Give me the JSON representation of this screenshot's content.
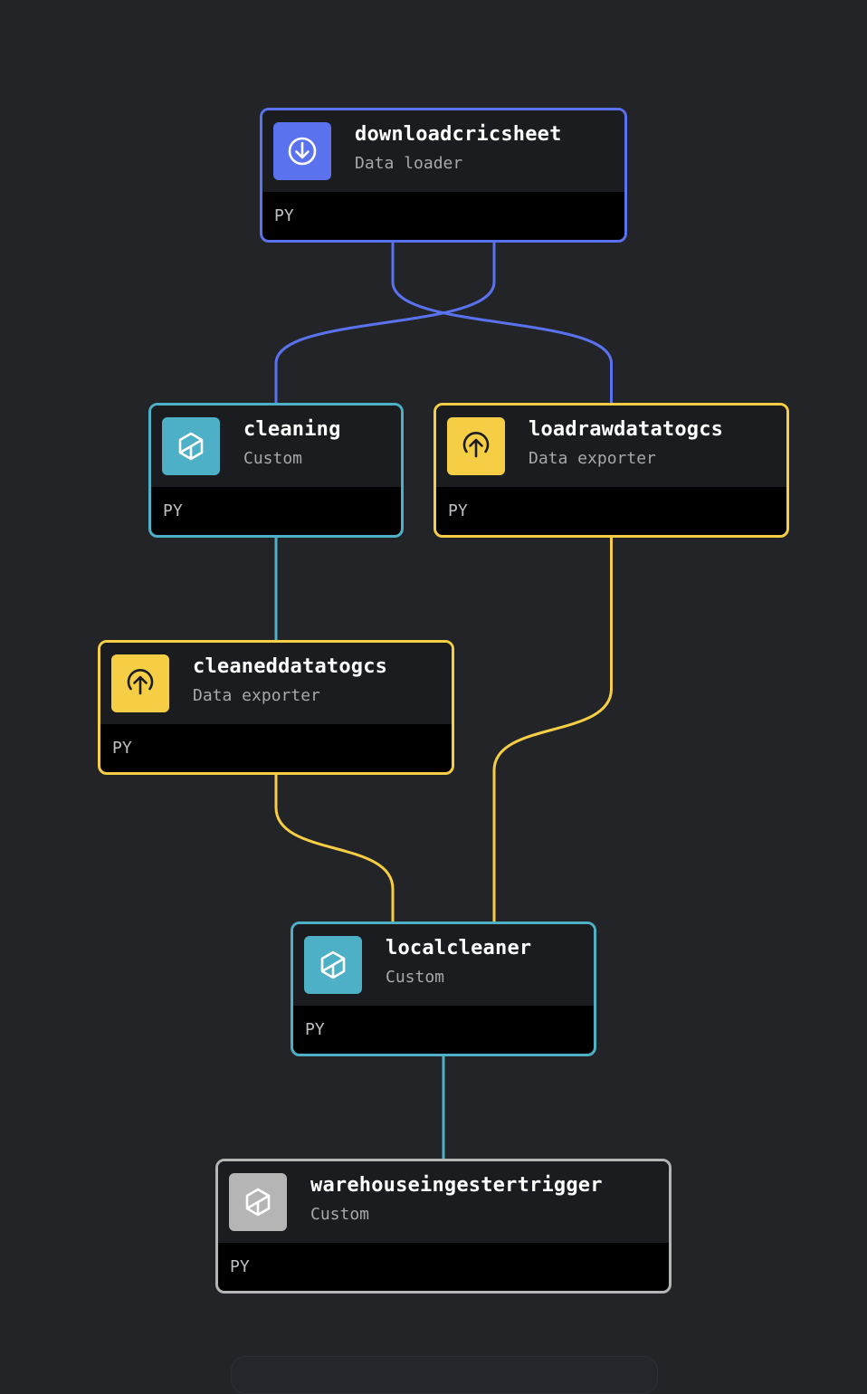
{
  "colors": {
    "background": "#232428",
    "data_loader": "#5a72ee",
    "custom": "#4db0c6",
    "data_exporter": "#f5ce45",
    "inactive": "#b5b5b5"
  },
  "nodes": [
    {
      "id": "downloadcricsheet",
      "title": "downloadcricsheet",
      "subtitle": "Data loader",
      "lang": "PY",
      "icon": "download-circle-icon",
      "color": "#5a72ee",
      "iconColor": "#ffffff"
    },
    {
      "id": "cleaning",
      "title": "cleaning",
      "subtitle": "Custom",
      "lang": "PY",
      "icon": "cube-icon",
      "color": "#4db0c6",
      "iconColor": "#ffffff"
    },
    {
      "id": "loadrawdatatogcs",
      "title": "loadrawdatatogcs",
      "subtitle": "Data exporter",
      "lang": "PY",
      "icon": "upload-circle-icon",
      "color": "#f5ce45",
      "iconColor": "#1b1c20"
    },
    {
      "id": "cleaneddatatogcs",
      "title": "cleaneddatatogcs",
      "subtitle": "Data exporter",
      "lang": "PY",
      "icon": "upload-circle-icon",
      "color": "#f5ce45",
      "iconColor": "#1b1c20"
    },
    {
      "id": "localcleaner",
      "title": "localcleaner",
      "subtitle": "Custom",
      "lang": "PY",
      "icon": "cube-icon",
      "color": "#4db0c6",
      "iconColor": "#ffffff"
    },
    {
      "id": "warehouseingestertrigger",
      "title": "warehouseingestertrigger",
      "subtitle": "Custom",
      "lang": "PY",
      "icon": "cube-icon",
      "color": "#b5b5b5",
      "iconColor": "#ffffff"
    }
  ],
  "edges": [
    {
      "from": "downloadcricsheet",
      "to": "cleaning",
      "color": "#5a72ee"
    },
    {
      "from": "downloadcricsheet",
      "to": "loadrawdatatogcs",
      "color": "#5a72ee"
    },
    {
      "from": "cleaning",
      "to": "cleaneddatatogcs",
      "color": "#4db0c6"
    },
    {
      "from": "cleaneddatatogcs",
      "to": "localcleaner",
      "color": "#f5ce45"
    },
    {
      "from": "loadrawdatatogcs",
      "to": "localcleaner",
      "color": "#f5ce45"
    },
    {
      "from": "localcleaner",
      "to": "warehouseingestertrigger",
      "color": "#4db0c6"
    }
  ]
}
